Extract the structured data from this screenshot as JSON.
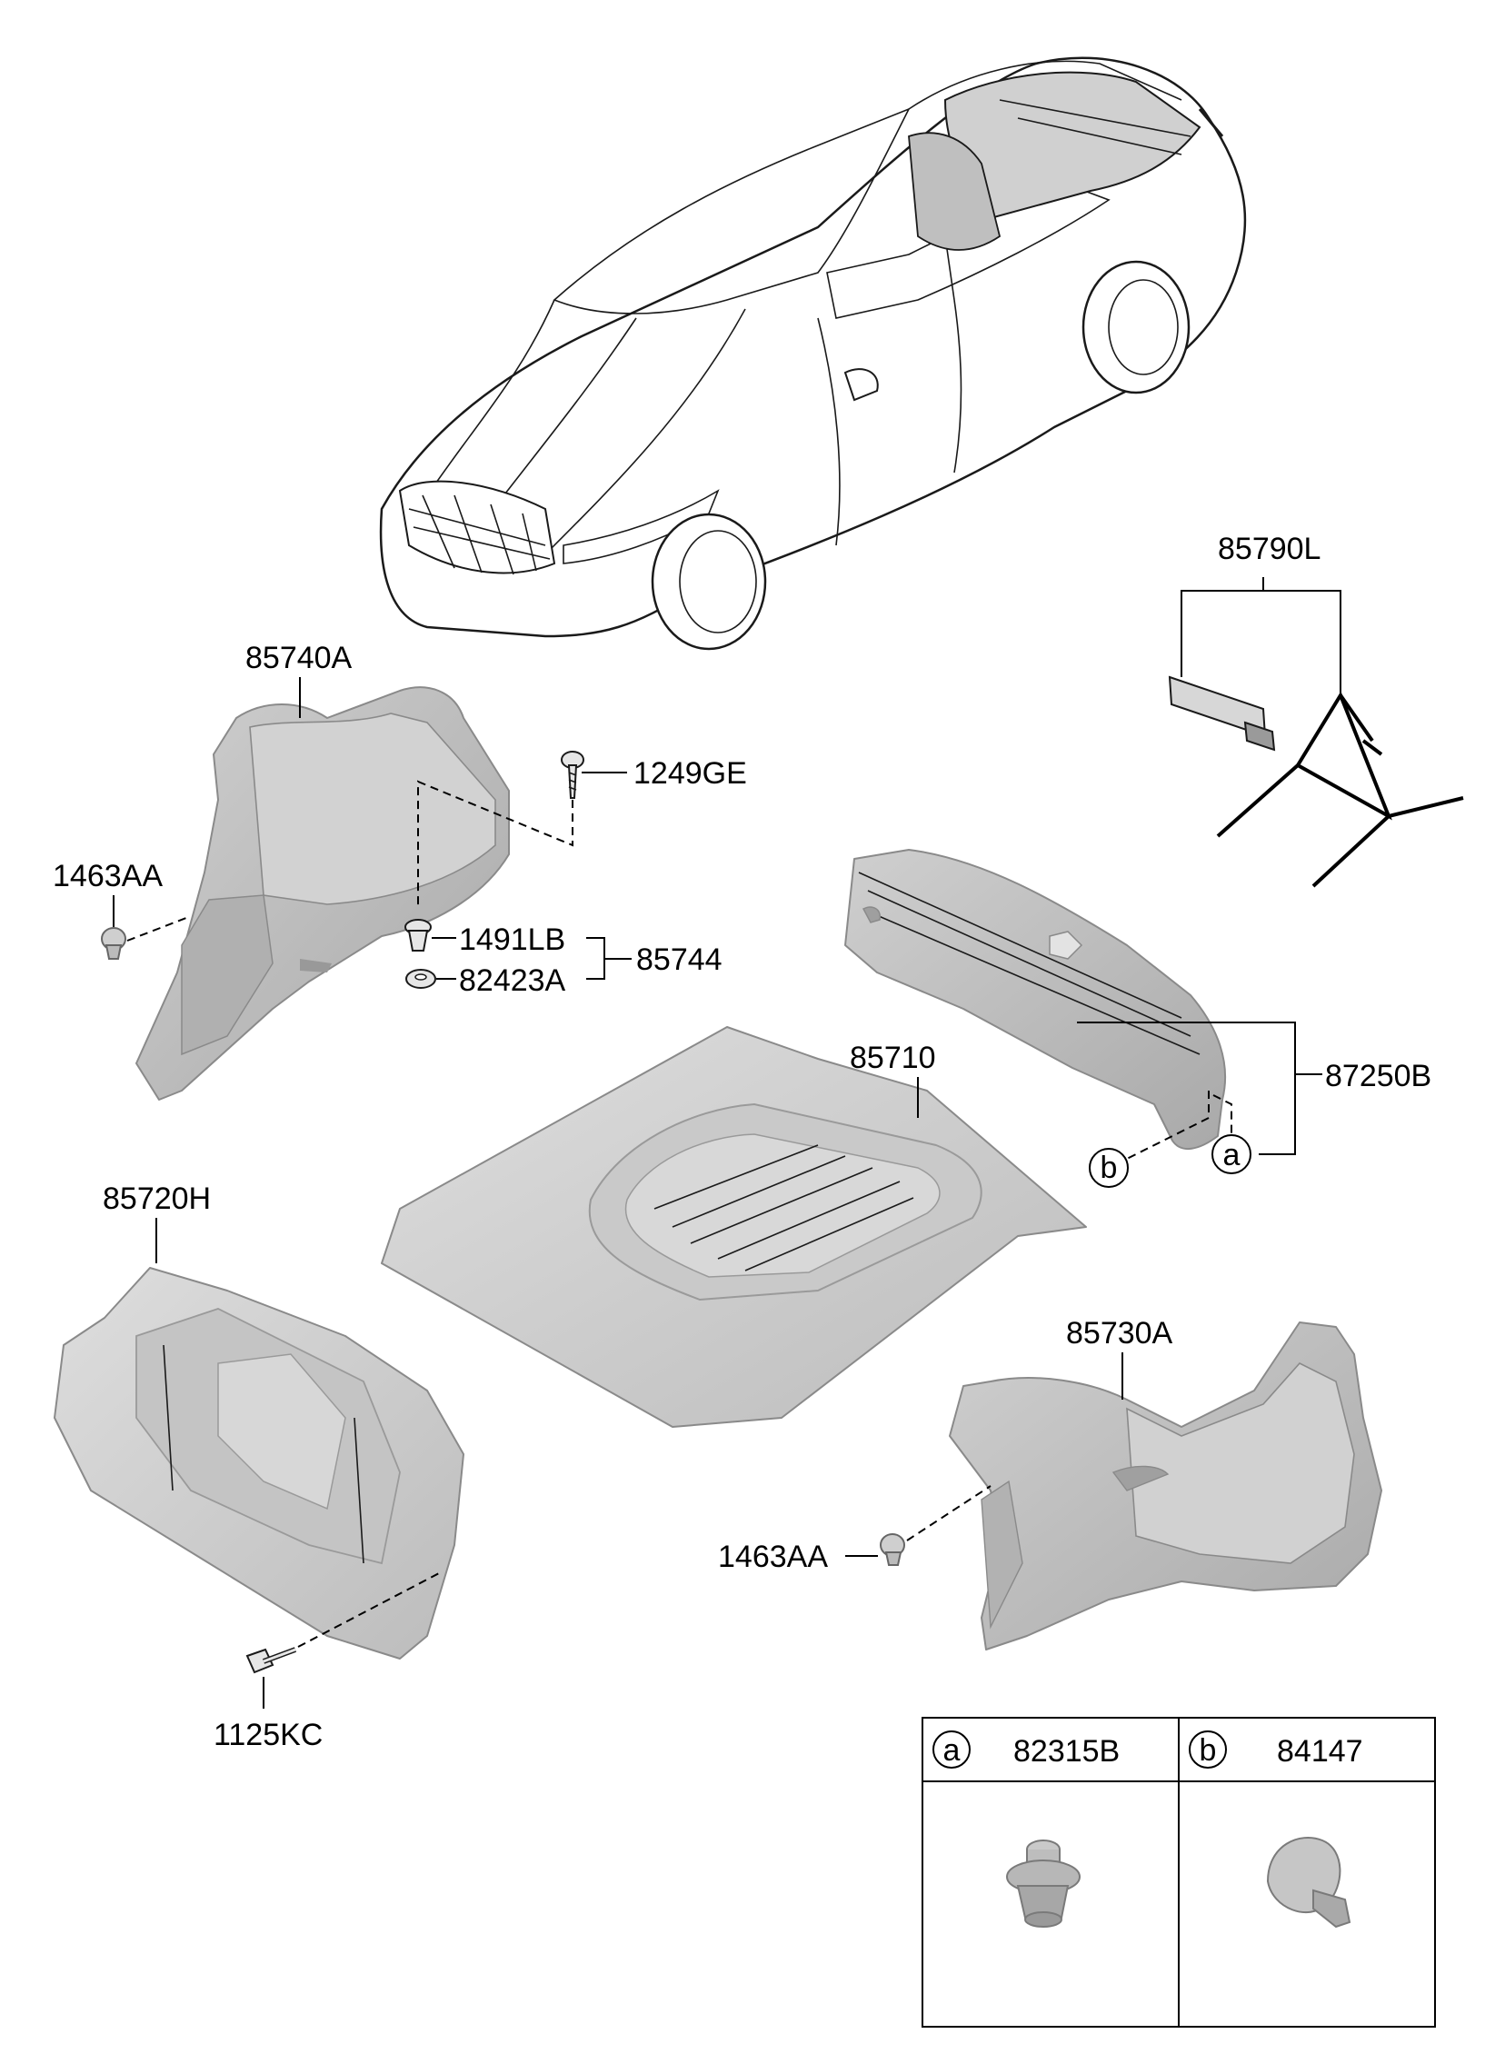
{
  "labels": {
    "l_85790L": "85790L",
    "l_85740A": "85740A",
    "l_1249GE": "1249GE",
    "l_1463AA_top": "1463AA",
    "l_1491LB": "1491LB",
    "l_82423A": "82423A",
    "l_85744": "85744",
    "l_85710": "85710",
    "l_87250B": "87250B",
    "l_85720H": "85720H",
    "l_85730A": "85730A",
    "l_1463AA_bottom": "1463AA",
    "l_1125KC": "1125KC"
  },
  "callouts": {
    "a": "a",
    "b": "b"
  },
  "legend_table": {
    "col_a": {
      "marker": "a",
      "part": "82315B"
    },
    "col_b": {
      "marker": "b",
      "part": "84147"
    }
  },
  "colors": {
    "part_fill": "#bdbdbd",
    "part_fill_dark": "#a6a6a6",
    "part_fill_light": "#d4d4d4",
    "line": "#000000"
  }
}
